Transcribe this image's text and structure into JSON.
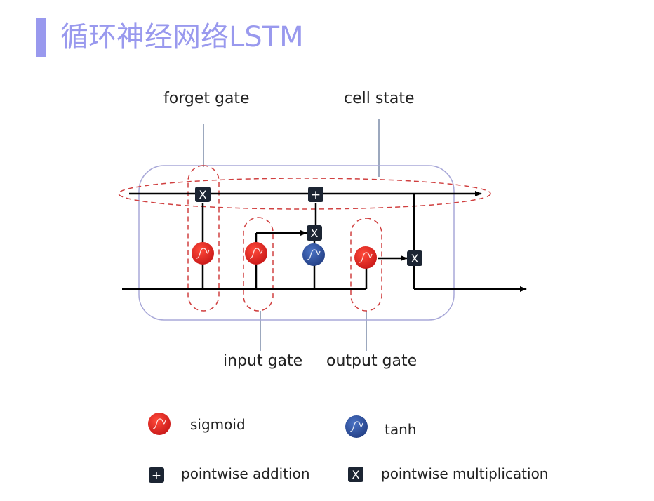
{
  "page": {
    "title": "循环神经网络LSTM"
  },
  "labels": {
    "forget_gate": "forget gate",
    "cell_state": "cell state",
    "input_gate": "input gate",
    "output_gate": "output gate"
  },
  "legend": {
    "sigmoid": "sigmoid",
    "tanh": "tanh",
    "pointwise_addition": "pointwise addition",
    "pointwise_multiplication": "pointwise multiplication"
  },
  "symbols": {
    "plus": "+",
    "times": "X"
  },
  "colors": {
    "title": "#9999ee",
    "sigmoid": "#e02020",
    "tanh": "#2f55a4",
    "dashed_outline": "#d04040",
    "cell_outline": "#a8a8d8",
    "operator_box": "#1c2533"
  }
}
